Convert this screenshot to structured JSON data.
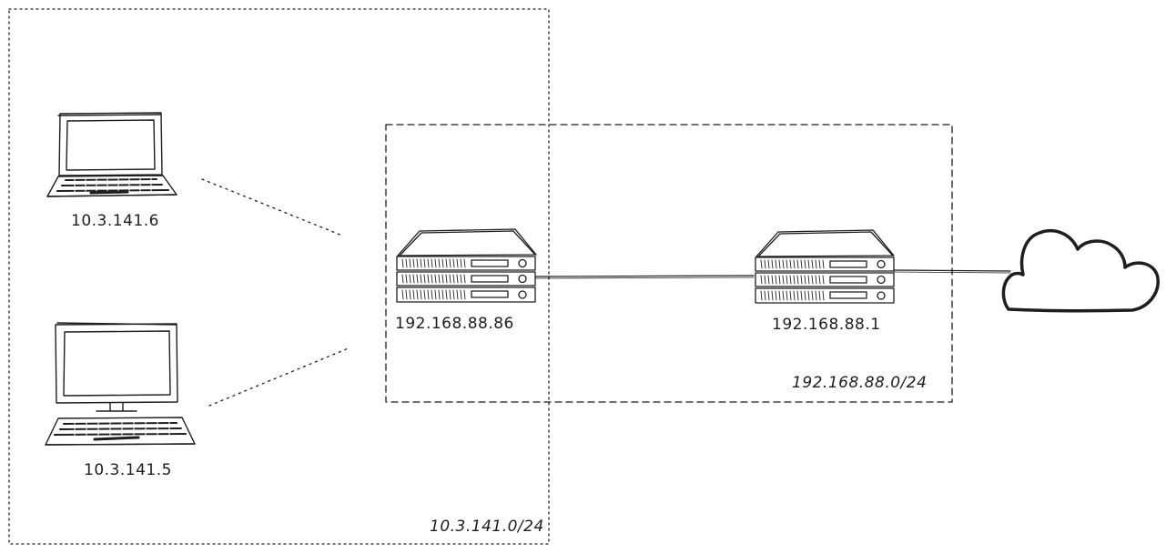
{
  "zones": {
    "lan_subnet": "10.3.141.0/24",
    "wan_subnet": "192.168.88.0/24"
  },
  "devices": {
    "laptop": {
      "ip": "10.3.141.6",
      "icon": "laptop-icon"
    },
    "desktop": {
      "ip": "10.3.141.5",
      "icon": "desktop-icon"
    },
    "router_pi": {
      "ip": "192.168.88.86",
      "icon": "server-icon"
    },
    "gateway": {
      "ip": "192.168.88.1",
      "icon": "server-icon"
    },
    "internet": {
      "icon": "cloud-icon"
    }
  },
  "colors": {
    "stroke": "#1e1e1e",
    "background": "#ffffff"
  }
}
